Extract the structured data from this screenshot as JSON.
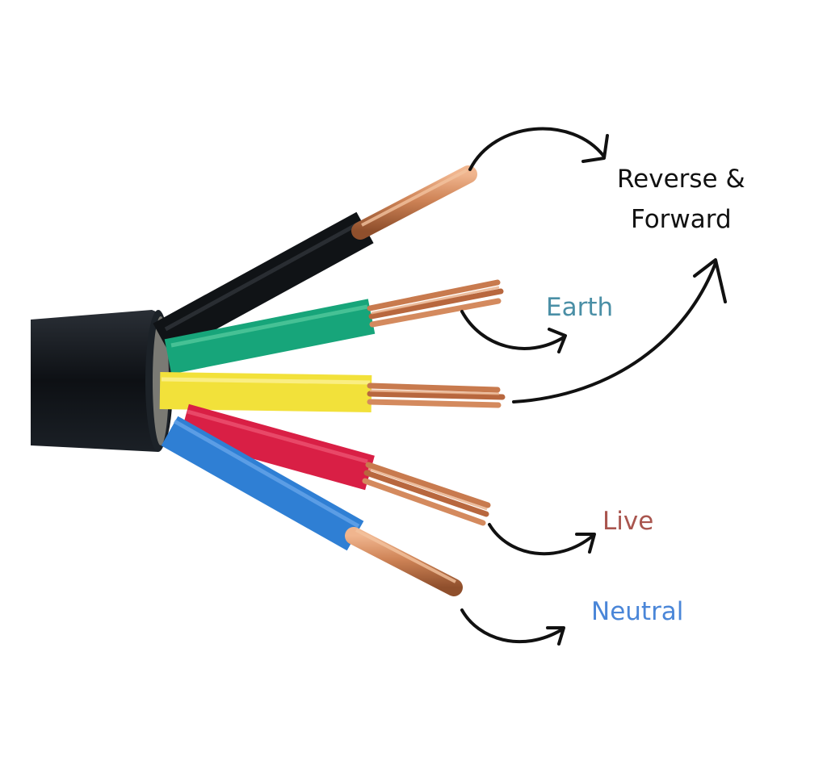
{
  "labels": {
    "reverse_forward": {
      "line1": "Reverse &",
      "line2": "Forward",
      "color": "#111111"
    },
    "earth": {
      "text": "Earth",
      "color": "#4a8fa6"
    },
    "live": {
      "text": "Live",
      "color": "#a9554e"
    },
    "neutral": {
      "text": "Neutral",
      "color": "#4a86d8"
    }
  },
  "wires": [
    {
      "name": "black",
      "color": "#111111",
      "conductor": "solid"
    },
    {
      "name": "green",
      "color": "#17a57a",
      "conductor": "stranded"
    },
    {
      "name": "yellow",
      "color": "#f2e13a",
      "conductor": "stranded"
    },
    {
      "name": "red",
      "color": "#d91f45",
      "conductor": "stranded"
    },
    {
      "name": "blue",
      "color": "#2f7fd4",
      "conductor": "solid"
    }
  ],
  "colors": {
    "sheath": "#0d1014",
    "copper": "#c87a4e",
    "arrow": "#111111"
  }
}
